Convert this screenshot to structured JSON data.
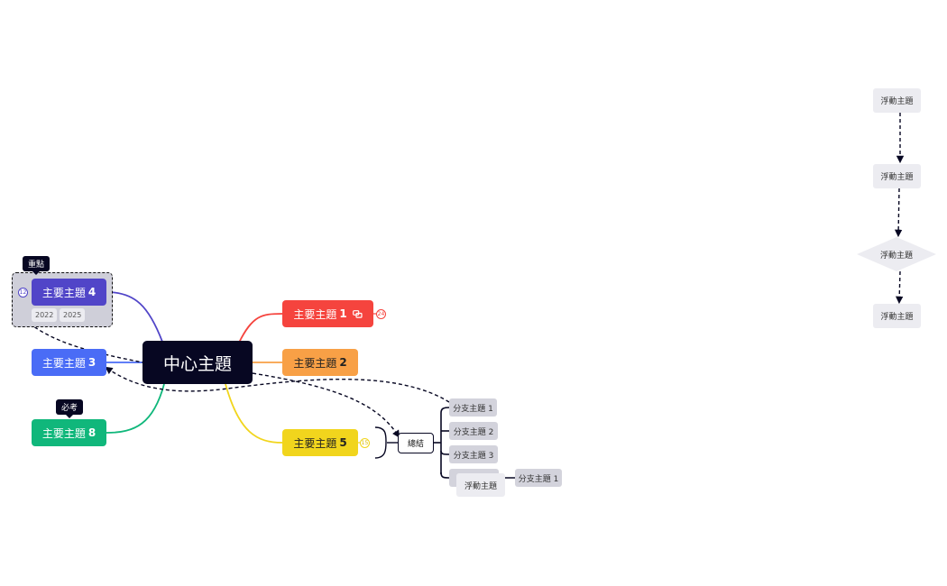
{
  "center": {
    "label": "中心主題"
  },
  "topics": {
    "t1": {
      "text": "主要主題",
      "num": "1",
      "badge": "24",
      "color": "#f5443e"
    },
    "t2": {
      "text": "主要主題",
      "num": "2",
      "color": "#f8a046"
    },
    "t3": {
      "text": "主要主題",
      "num": "3",
      "color": "#4a6cf6"
    },
    "t4": {
      "text": "主要主題",
      "num": "4",
      "badge": "12",
      "color": "#5145c8"
    },
    "t5": {
      "text": "主要主題",
      "num": "5",
      "badge": "15",
      "color": "#f1d51d"
    },
    "t8": {
      "text": "主要主題",
      "num": "8",
      "color": "#10b77b"
    }
  },
  "callouts": {
    "highlight": "重點",
    "exam": "必考"
  },
  "labels": [
    "2022",
    "2025"
  ],
  "summary": {
    "label": "總結"
  },
  "subtopics": [
    "分支主題 1",
    "分支主題 2",
    "分支主題 3",
    "分支主題 1"
  ],
  "floating": {
    "overlay": "浮動主題",
    "flow": [
      "浮動主題",
      "浮動主題",
      "浮動主題",
      "浮動主題"
    ]
  },
  "icons": {
    "link": "link-icon"
  }
}
